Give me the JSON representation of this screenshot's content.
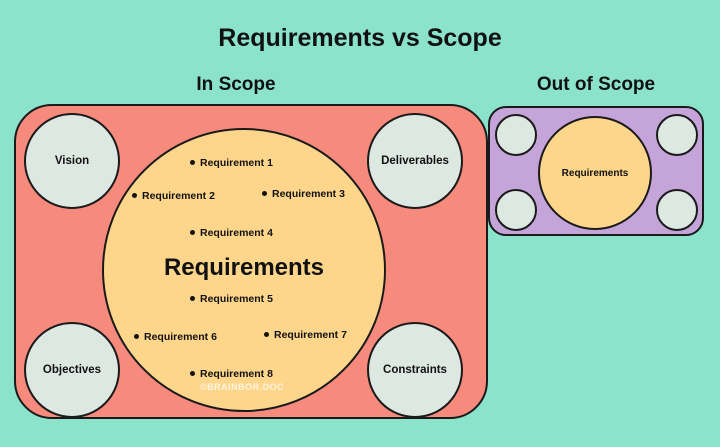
{
  "title": "Requirements vs Scope",
  "in_scope": {
    "heading": "In Scope",
    "corners": [
      "Vision",
      "Deliverables",
      "Objectives",
      "Constraints"
    ],
    "center_label": "Requirements",
    "requirements": [
      "Requirement 1",
      "Requirement 2",
      "Requirement 3",
      "Requirement 4",
      "Requirement 5",
      "Requirement 6",
      "Requirement 7",
      "Requirement 8"
    ],
    "watermark": "©BRAINBOR.DOC"
  },
  "out_scope": {
    "heading": "Out of Scope",
    "center_label": "Requirements"
  },
  "colors": {
    "background": "#8ce3cb",
    "in_scope_box": "#f68a7c",
    "out_scope_box": "#c5a4da",
    "requirements_circle": "#fdd68b",
    "corner_circle": "#dde8e2"
  }
}
